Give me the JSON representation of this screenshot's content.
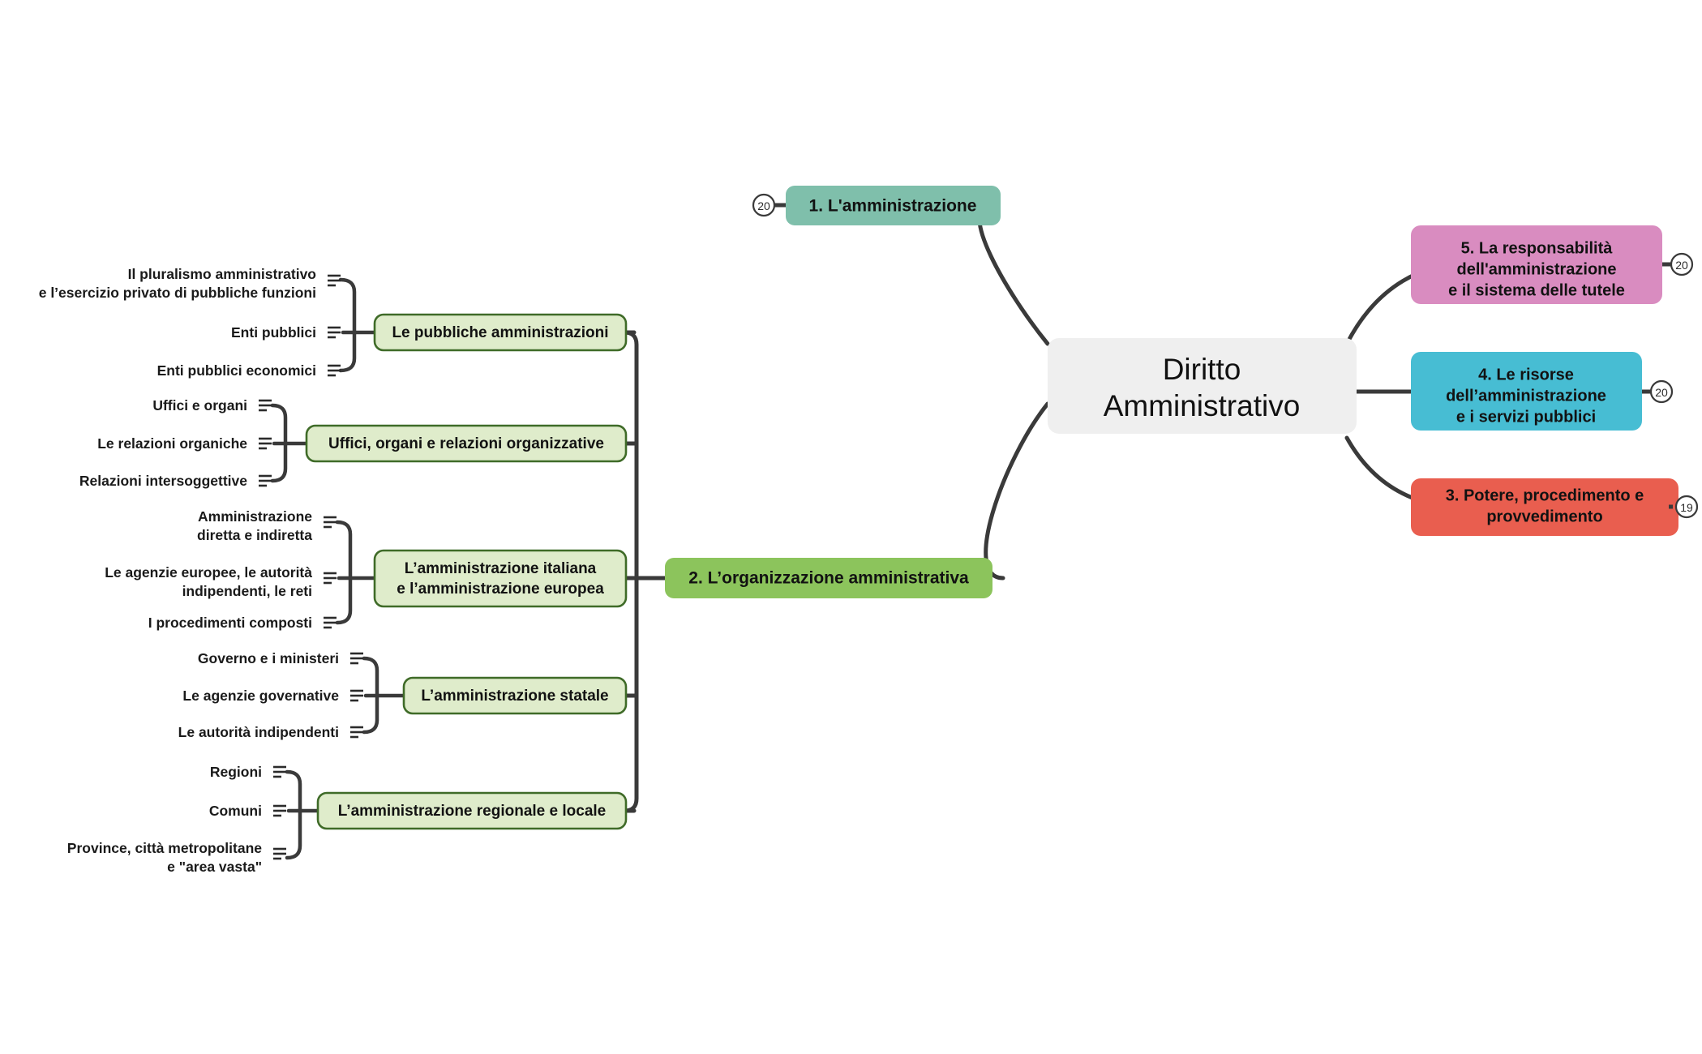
{
  "document": {
    "type": "mind-map",
    "background": "#ffffff"
  },
  "center": {
    "label_line1": "Diritto",
    "label_line2": "Amministrativo",
    "fill": "#efefef"
  },
  "main_branches": [
    {
      "id": "branch-1",
      "label": "1. L'amministrazione",
      "fill": "#7fbfab",
      "badge": "20",
      "badge_side": "left",
      "side": "top"
    },
    {
      "id": "branch-2",
      "label": "2. L’organizzazione amministrativa",
      "fill": "#8cc45c",
      "badge": null,
      "badge_side": null,
      "side": "bottom-left"
    },
    {
      "id": "branch-3",
      "label_line1": "3. Potere, procedimento e",
      "label_line2": "provvedimento",
      "fill": "#e95e4f",
      "badge": "19",
      "badge_side": "right",
      "side": "right"
    },
    {
      "id": "branch-4",
      "label_line1": "4. Le risorse",
      "label_line2": "dell’amministrazione",
      "label_line3": "e i servizi pubblici",
      "fill": "#47bdd3",
      "badge": "20",
      "badge_side": "right",
      "side": "right"
    },
    {
      "id": "branch-5",
      "label_line1": "5. La responsabilità",
      "label_line2": "dell'amministrazione",
      "label_line3": "e il sistema delle tutele",
      "fill": "#d98cc0",
      "badge": "20",
      "badge_side": "right",
      "side": "right"
    }
  ],
  "sub_branches": [
    {
      "id": "sub-1",
      "label": "Le pubbliche amministrazioni",
      "fill": "#dfeccb",
      "border": "#3f6b28",
      "leaves": [
        {
          "line1": "Il pluralismo amministrativo",
          "line2": "e l’esercizio privato di pubbliche funzioni",
          "note_icon": "note-lines-icon"
        },
        {
          "line1": "Enti pubblici",
          "line2": "",
          "note_icon": "note-lines-icon"
        },
        {
          "line1": "Enti pubblici economici",
          "line2": "",
          "note_icon": "note-lines-icon"
        }
      ]
    },
    {
      "id": "sub-2",
      "label": "Uffici, organi e relazioni organizzative",
      "fill": "#dfeccb",
      "border": "#3f6b28",
      "leaves": [
        {
          "line1": "Uffici e organi",
          "line2": "",
          "note_icon": "note-lines-icon"
        },
        {
          "line1": "Le relazioni organiche",
          "line2": "",
          "note_icon": "note-lines-icon"
        },
        {
          "line1": "Relazioni intersoggettive",
          "line2": "",
          "note_icon": "note-lines-icon"
        }
      ]
    },
    {
      "id": "sub-3",
      "label_line1": "L’amministrazione italiana",
      "label_line2": "e l’amministrazione europea",
      "fill": "#dfeccb",
      "border": "#3f6b28",
      "leaves": [
        {
          "line1": "Amministrazione",
          "line2": "diretta e indiretta",
          "note_icon": "note-lines-icon"
        },
        {
          "line1": "Le agenzie europee, le autorità",
          "line2": "indipendenti, le reti",
          "note_icon": "note-lines-icon"
        },
        {
          "line1": "I procedimenti composti",
          "line2": "",
          "note_icon": "note-lines-icon"
        }
      ]
    },
    {
      "id": "sub-4",
      "label": "L’amministrazione statale",
      "fill": "#dfeccb",
      "border": "#3f6b28",
      "leaves": [
        {
          "line1": "Governo e i ministeri",
          "line2": "",
          "note_icon": "note-lines-icon"
        },
        {
          "line1": "Le agenzie governative",
          "line2": "",
          "note_icon": "note-lines-icon"
        },
        {
          "line1": "Le autorità indipendenti",
          "line2": "",
          "note_icon": "note-lines-icon"
        }
      ]
    },
    {
      "id": "sub-5",
      "label": "L’amministrazione regionale e locale",
      "fill": "#dfeccb",
      "border": "#3f6b28",
      "leaves": [
        {
          "line1": "Regioni",
          "line2": "",
          "note_icon": "note-lines-icon"
        },
        {
          "line1": "Comuni",
          "line2": "",
          "note_icon": "note-lines-icon"
        },
        {
          "line1": "Province, città metropolitane",
          "line2": "e \"area vasta\"",
          "note_icon": "note-lines-icon"
        }
      ]
    }
  ]
}
